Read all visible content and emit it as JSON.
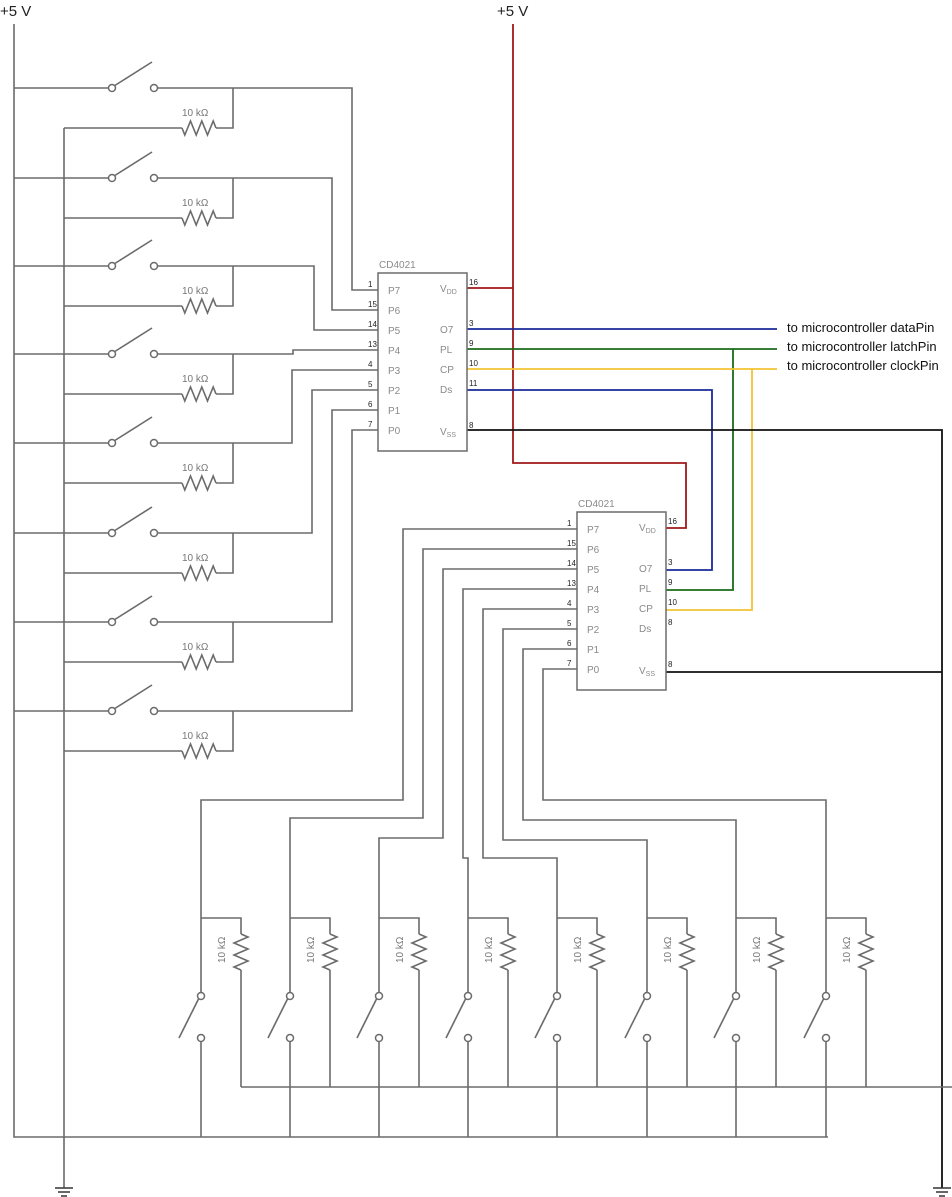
{
  "supplies": {
    "left": "+5 V",
    "right": "+5 V"
  },
  "chips": [
    {
      "name": "CD4021",
      "pins_left": [
        {
          "label": "P7",
          "num": "1"
        },
        {
          "label": "P6",
          "num": "15"
        },
        {
          "label": "P5",
          "num": "14"
        },
        {
          "label": "P4",
          "num": "13"
        },
        {
          "label": "P3",
          "num": "4"
        },
        {
          "label": "P2",
          "num": "5"
        },
        {
          "label": "P1",
          "num": "6"
        },
        {
          "label": "P0",
          "num": "7"
        }
      ],
      "pins_right": [
        {
          "label": "VDD",
          "num": "16"
        },
        {
          "label": "O7",
          "num": "3"
        },
        {
          "label": "PL",
          "num": "9"
        },
        {
          "label": "CP",
          "num": "10"
        },
        {
          "label": "Ds",
          "num": "11"
        },
        {
          "label": "VSS",
          "num": "8"
        }
      ]
    },
    {
      "name": "CD4021",
      "pins_left": [
        {
          "label": "P7",
          "num": "1"
        },
        {
          "label": "P6",
          "num": "15"
        },
        {
          "label": "P5",
          "num": "14"
        },
        {
          "label": "P4",
          "num": "13"
        },
        {
          "label": "P3",
          "num": "4"
        },
        {
          "label": "P2",
          "num": "5"
        },
        {
          "label": "P1",
          "num": "6"
        },
        {
          "label": "P0",
          "num": "7"
        }
      ],
      "pins_right": [
        {
          "label": "VDD",
          "num": "16"
        },
        {
          "label": "O7",
          "num": "3"
        },
        {
          "label": "PL",
          "num": "9"
        },
        {
          "label": "CP",
          "num": "10"
        },
        {
          "label": "Ds",
          "num": "8"
        },
        {
          "label": "VSS",
          "num": "8"
        }
      ]
    }
  ],
  "resistor_label": "10 kΩ",
  "signals": {
    "data": "to microcontroller dataPin",
    "latch": "to microcontroller latchPin",
    "clock": "to microcontroller clockPin"
  },
  "colors": {
    "wire": "#6b6b6b",
    "power": "#a01818",
    "data": "#1a2a9a",
    "latch": "#1a6b1a",
    "clock": "#f2c230",
    "ground": "#111111"
  }
}
